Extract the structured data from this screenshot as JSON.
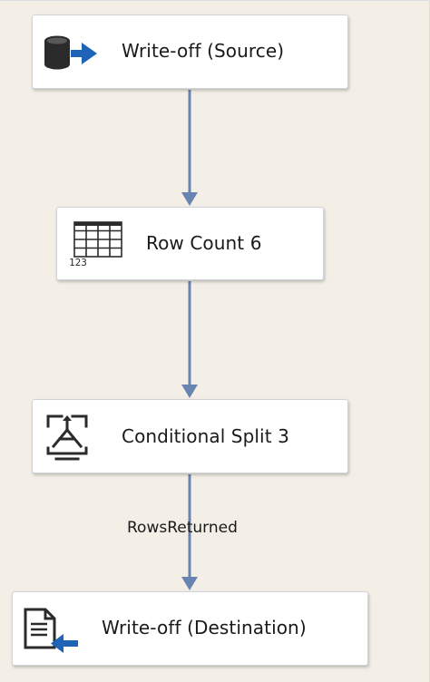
{
  "nodes": {
    "source": {
      "label": "Write-off (Source)",
      "icon": "database-source-icon"
    },
    "row_count": {
      "label": "Row Count 6",
      "icon": "row-count-grid-icon"
    },
    "conditional_split": {
      "label": "Conditional Split 3",
      "icon": "conditional-split-icon"
    },
    "destination": {
      "label": "Write-off (Destination)",
      "icon": "document-destination-icon"
    }
  },
  "connectors": {
    "split_to_destination_label": "RowsReturned"
  },
  "colors": {
    "canvas": "#f3efe6",
    "connector": "#6a84b2",
    "accent_blue": "#1f63b6"
  }
}
